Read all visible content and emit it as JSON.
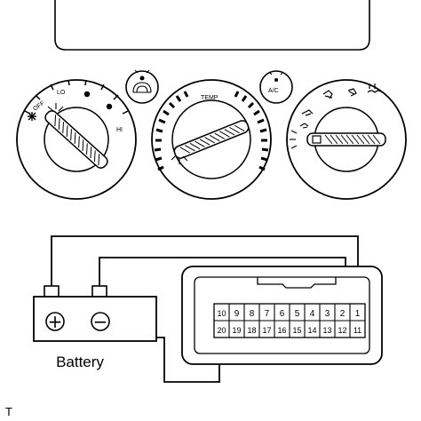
{
  "panel": {
    "fan_labels": {
      "off": "OFF",
      "lo": "LO",
      "hi": "HI"
    },
    "recirc_button_label": "",
    "temp_label": "TEMP",
    "ac_button_label": "A/C"
  },
  "connector": {
    "top_row": [
      "10",
      "9",
      "8",
      "7",
      "6",
      "5",
      "4",
      "3",
      "2",
      "1"
    ],
    "bottom_row": [
      "20",
      "19",
      "18",
      "17",
      "16",
      "15",
      "14",
      "13",
      "12",
      "11"
    ]
  },
  "battery": {
    "label": "Battery",
    "positive_symbol": "+",
    "negative_symbol": "−"
  },
  "figure_tag": "T"
}
